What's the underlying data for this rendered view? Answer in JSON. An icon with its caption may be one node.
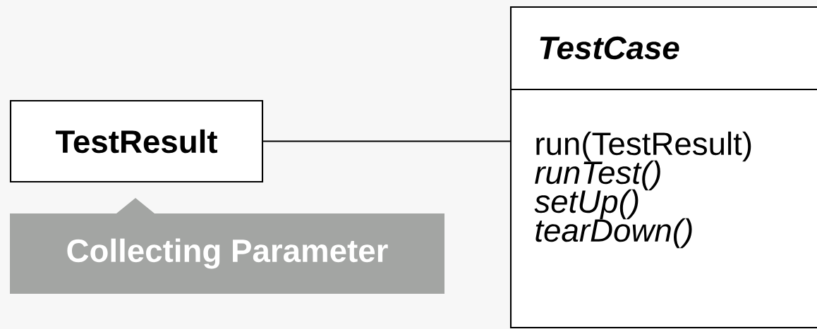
{
  "diagram": {
    "nodes": [
      {
        "text": [
          "TestResult"
        ]
      },
      {
        "text": [
          "TestCase",
          "run(TestResult)",
          "runTest()",
          "setUp()",
          "tearDown()"
        ]
      },
      {
        "text": [
          "Collecting Parameter"
        ]
      }
    ],
    "edges": [
      {
        "from": 0,
        "to": 1,
        "arrow": "none"
      }
    ]
  }
}
